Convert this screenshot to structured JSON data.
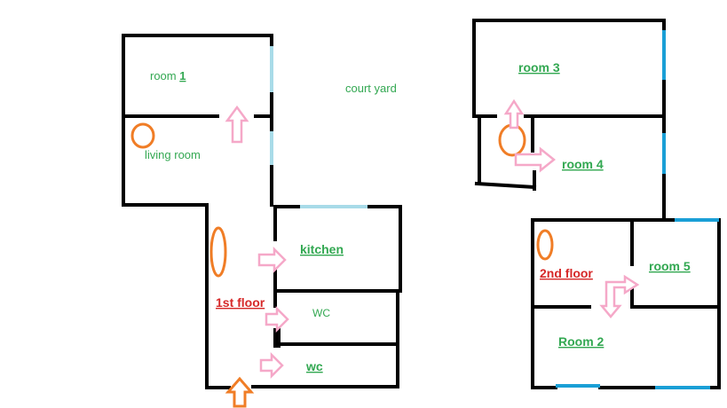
{
  "colors": {
    "wall": "#000000",
    "window_light": "#a8dbe8",
    "window_blue": "#1a9fd6",
    "label_green": "#33a852",
    "label_red": "#d62828",
    "stair_orange": "#f07d26",
    "arrow_pink": "#f5a8c8"
  },
  "floor1": {
    "room1": {
      "text": "room",
      "num": "1"
    },
    "living": "living room",
    "courtyard": "court yard",
    "kitchen": "kitchen",
    "floor_label": "1st floor",
    "wc_upper": "WC",
    "wc_lower": "wc"
  },
  "floor2": {
    "room3": "room 3",
    "room4": "room 4",
    "floor_label": "2nd floor",
    "room5": "room 5",
    "room2": "Room 2"
  },
  "icons": {
    "stairs": "orange-ellipse",
    "door_arrow": "pink-arrow",
    "entrance": "orange-up-arrow"
  }
}
